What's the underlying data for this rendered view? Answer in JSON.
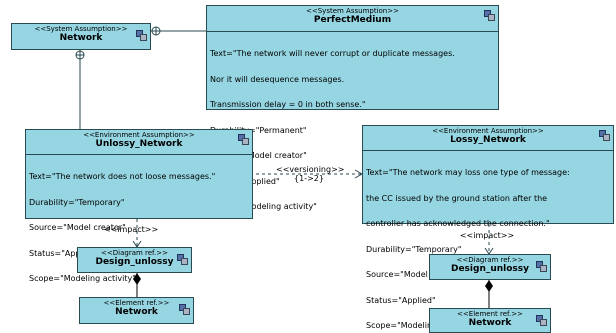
{
  "network_top": {
    "stereotype": "<<System Assumption>>",
    "name": "Network"
  },
  "perfect_medium": {
    "stereotype": "<<System Assumption>>",
    "name": "PerfectMedium",
    "lines": [
      "Text=\"The network will never corrupt or duplicate messages.",
      "Nor it will desequence messages.",
      "Transmission delay = 0 in both sense.\"",
      "Durability=\"Permanent\"",
      "Source=\"Model creator\"",
      "Status=\"Applied\"",
      "Scope=\"Modeling activity\""
    ]
  },
  "unlossy_network": {
    "stereotype": "<<Environment Assumption>>",
    "name": "Unlossy_Network",
    "lines": [
      "Text=\"The network does not loose messages.\"",
      "Durability=\"Temporary\"",
      "Source=\"Model creator\"",
      "Status=\"Applied\"",
      "Scope=\"Modeling activity\""
    ]
  },
  "lossy_network": {
    "stereotype": "<<Environment Assumption>>",
    "name": "Lossy_Network",
    "lines": [
      "Text=\"The network may loss one type of message:",
      "the CC issued by the ground station after the",
      "controller has acknowledged the connection.\"",
      "Durability=\"Temporary\"",
      "Source=\"Model creator\"",
      "Status=\"Applied\"",
      "Scope=\"Modeling activity\""
    ]
  },
  "design_unlossy_left": {
    "stereotype": "<<Diagram ref.>>",
    "name": "Design_unlossy"
  },
  "network_left": {
    "stereotype": "<<Element ref.>>",
    "name": "Network"
  },
  "design_unlossy_right": {
    "stereotype": "<<Diagram ref.>>",
    "name": "Design_unlossy"
  },
  "network_right": {
    "stereotype": "<<Element ref.>>",
    "name": "Network"
  },
  "versioning": {
    "label": "<<versioning>>",
    "range": "{1->2}"
  },
  "impact_left": "<<impact>>",
  "impact_right": "<<impact>>",
  "colors": {
    "box_fill": "#96d6e2",
    "box_border": "#2a4a52",
    "icon": "element-icon"
  }
}
